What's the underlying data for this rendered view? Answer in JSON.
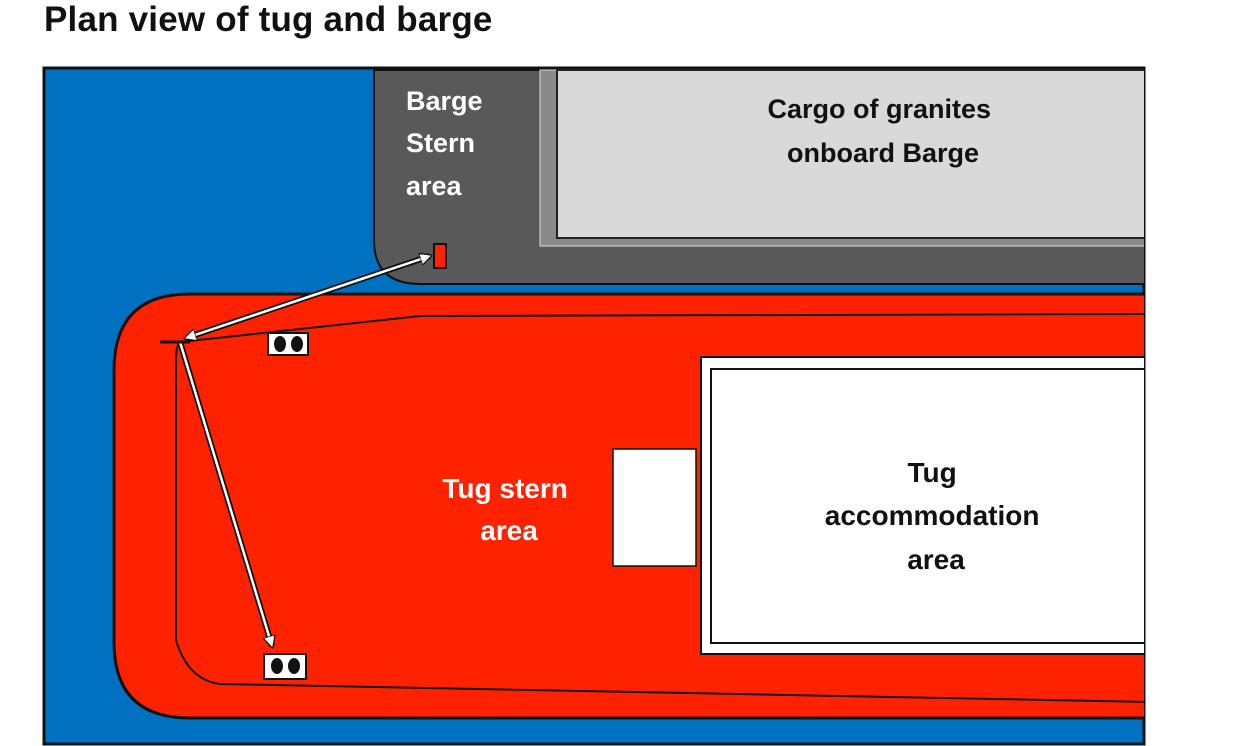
{
  "title": "Plan view of tug and barge",
  "labels": {
    "barge_stern": [
      "Barge",
      "Stern",
      "area"
    ],
    "cargo": [
      "Cargo of granites",
      "onboard Barge"
    ],
    "tug_stern": [
      "Tug stern",
      "area"
    ],
    "tug_accommodation": [
      "Tug",
      "accommodation",
      "area"
    ]
  },
  "colors": {
    "water": "#0070c0",
    "barge_deck": "#595959",
    "cargo_hold": "#d9d9d9",
    "tug_hull": "#ff2200",
    "accommodation": "#ffffff",
    "tug_stern_label": "#ffffff",
    "outline": "#111111",
    "bollard": "#111111"
  },
  "icons": {
    "bollard": "double-bitt-bollard-icon",
    "anchor_point": "red-pad-eye-icon"
  }
}
